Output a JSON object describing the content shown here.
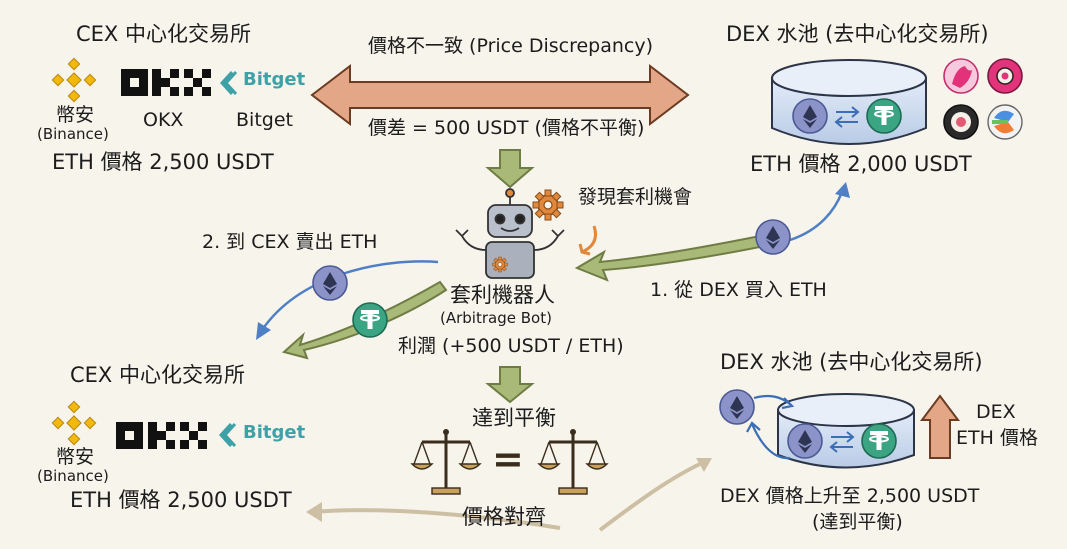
{
  "cex_top": {
    "title": "CEX 中心化交易所",
    "exchanges": [
      {
        "logo": "binance-logo",
        "name_zh": "幣安",
        "name_en": "(Binance)"
      },
      {
        "logo": "okx-logo",
        "wordmark": "OKX",
        "name": "OKX"
      },
      {
        "logo": "bitget-logo",
        "wordmark": "Bitget",
        "name": "Bitget"
      }
    ],
    "price": "ETH 價格 2,500 USDT"
  },
  "dex_top": {
    "title": "DEX 水池 (去中心化交易所)",
    "price": "ETH 價格 2,000 USDT",
    "icons": [
      "uniswap-icon",
      "sushiswap-icon",
      "sushi-roll-icon",
      "dodo-icon"
    ]
  },
  "discrepancy": {
    "label": "價格不一致 (Price Discrepancy)",
    "diff": "價差 = 500 USDT (價格不平衡)"
  },
  "bot": {
    "discover": "發現套利機會",
    "name": "套利機器人",
    "name_en": "(Arbitrage Bot)",
    "profit": "利潤 (+500 USDT / ETH)"
  },
  "steps": {
    "buy": "1. 從 DEX 買入 ETH",
    "sell": "2. 到 CEX 賣出 ETH"
  },
  "cex_bottom": {
    "title": "CEX 中心化交易所",
    "exchanges": [
      {
        "logo": "binance-logo",
        "name_zh": "幣安",
        "name_en": "(Binance)"
      },
      {
        "logo": "okx-logo",
        "wordmark": "OKX"
      },
      {
        "logo": "bitget-logo",
        "wordmark": "Bitget"
      }
    ],
    "price": "ETH 價格 2,500 USDT"
  },
  "dex_bottom": {
    "title": "DEX 水池 (去中心化交易所)",
    "side_label_1": "DEX",
    "side_label_2": "ETH 價格",
    "price": "DEX 價格上升至 2,500 USDT",
    "note": "(達到平衡)"
  },
  "balance": {
    "title": "達到平衡",
    "symbol": "=",
    "label": "價格對齊"
  },
  "colors": {
    "green_arrow": "#a9b978",
    "green_arrow_stroke": "#6f7d44",
    "orange_arrow": "#e3a686",
    "blue_arrow": "#4f7fc4",
    "eth_coin": "#8b93c9",
    "usdt_coin": "#3aa483",
    "binance": "#f0b90b",
    "bitget": "#3fa1a8",
    "pool_water": "#c9d8ee"
  }
}
